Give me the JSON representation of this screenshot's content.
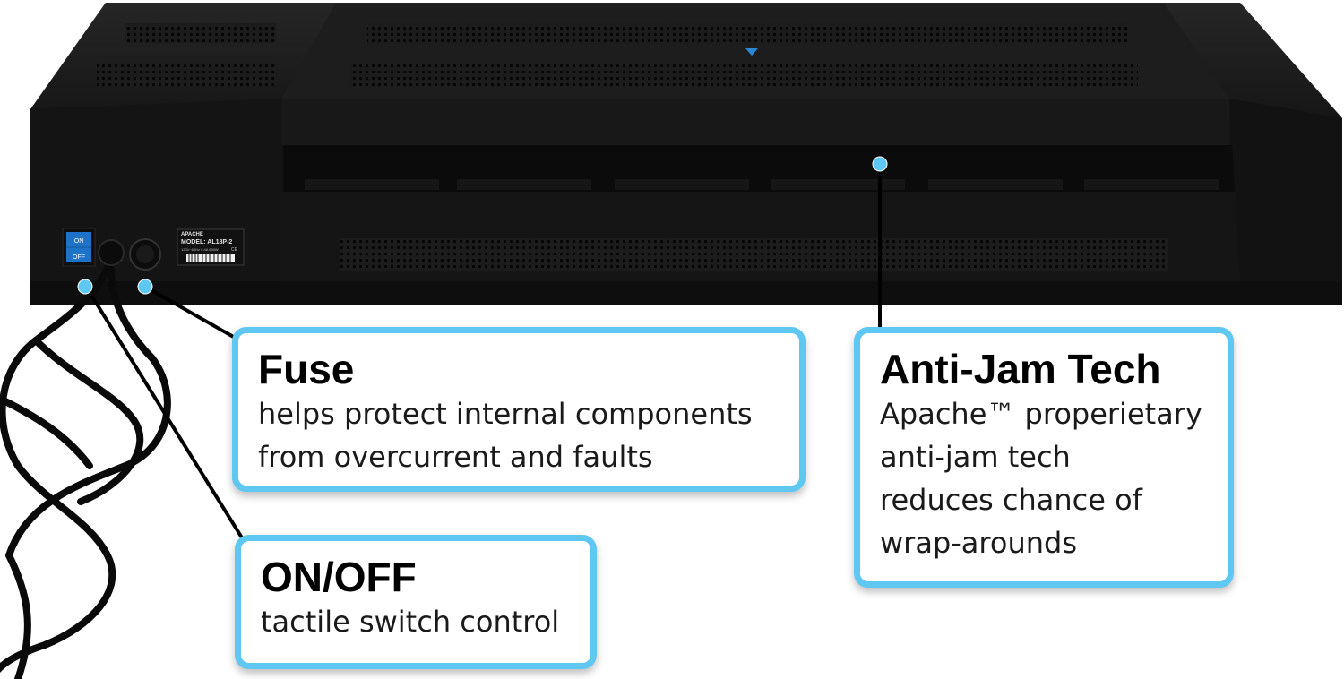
{
  "product": {
    "brand_label": "APACHE",
    "model_label": "MODEL: AL18P-2",
    "rating_label": "120V~60Hz 5.4A 650W",
    "switch_on": "ON",
    "switch_off": "OFF",
    "cert_mark": "CE"
  },
  "callouts": {
    "fuse": {
      "title": "Fuse",
      "line1": "helps protect internal components",
      "line2": "from overcurrent and faults"
    },
    "onoff": {
      "title": "ON/OFF",
      "line1": "tactile switch control"
    },
    "antijam": {
      "title": "Anti-Jam Tech",
      "line1": "Apache™ properietary",
      "line2": "anti-jam tech",
      "line3": "reduces chance of",
      "line4": "wrap-arounds"
    }
  },
  "colors": {
    "accent_blue": "#5ec8f2",
    "body_black": "#141414",
    "switch_blue": "#1e73c8"
  }
}
